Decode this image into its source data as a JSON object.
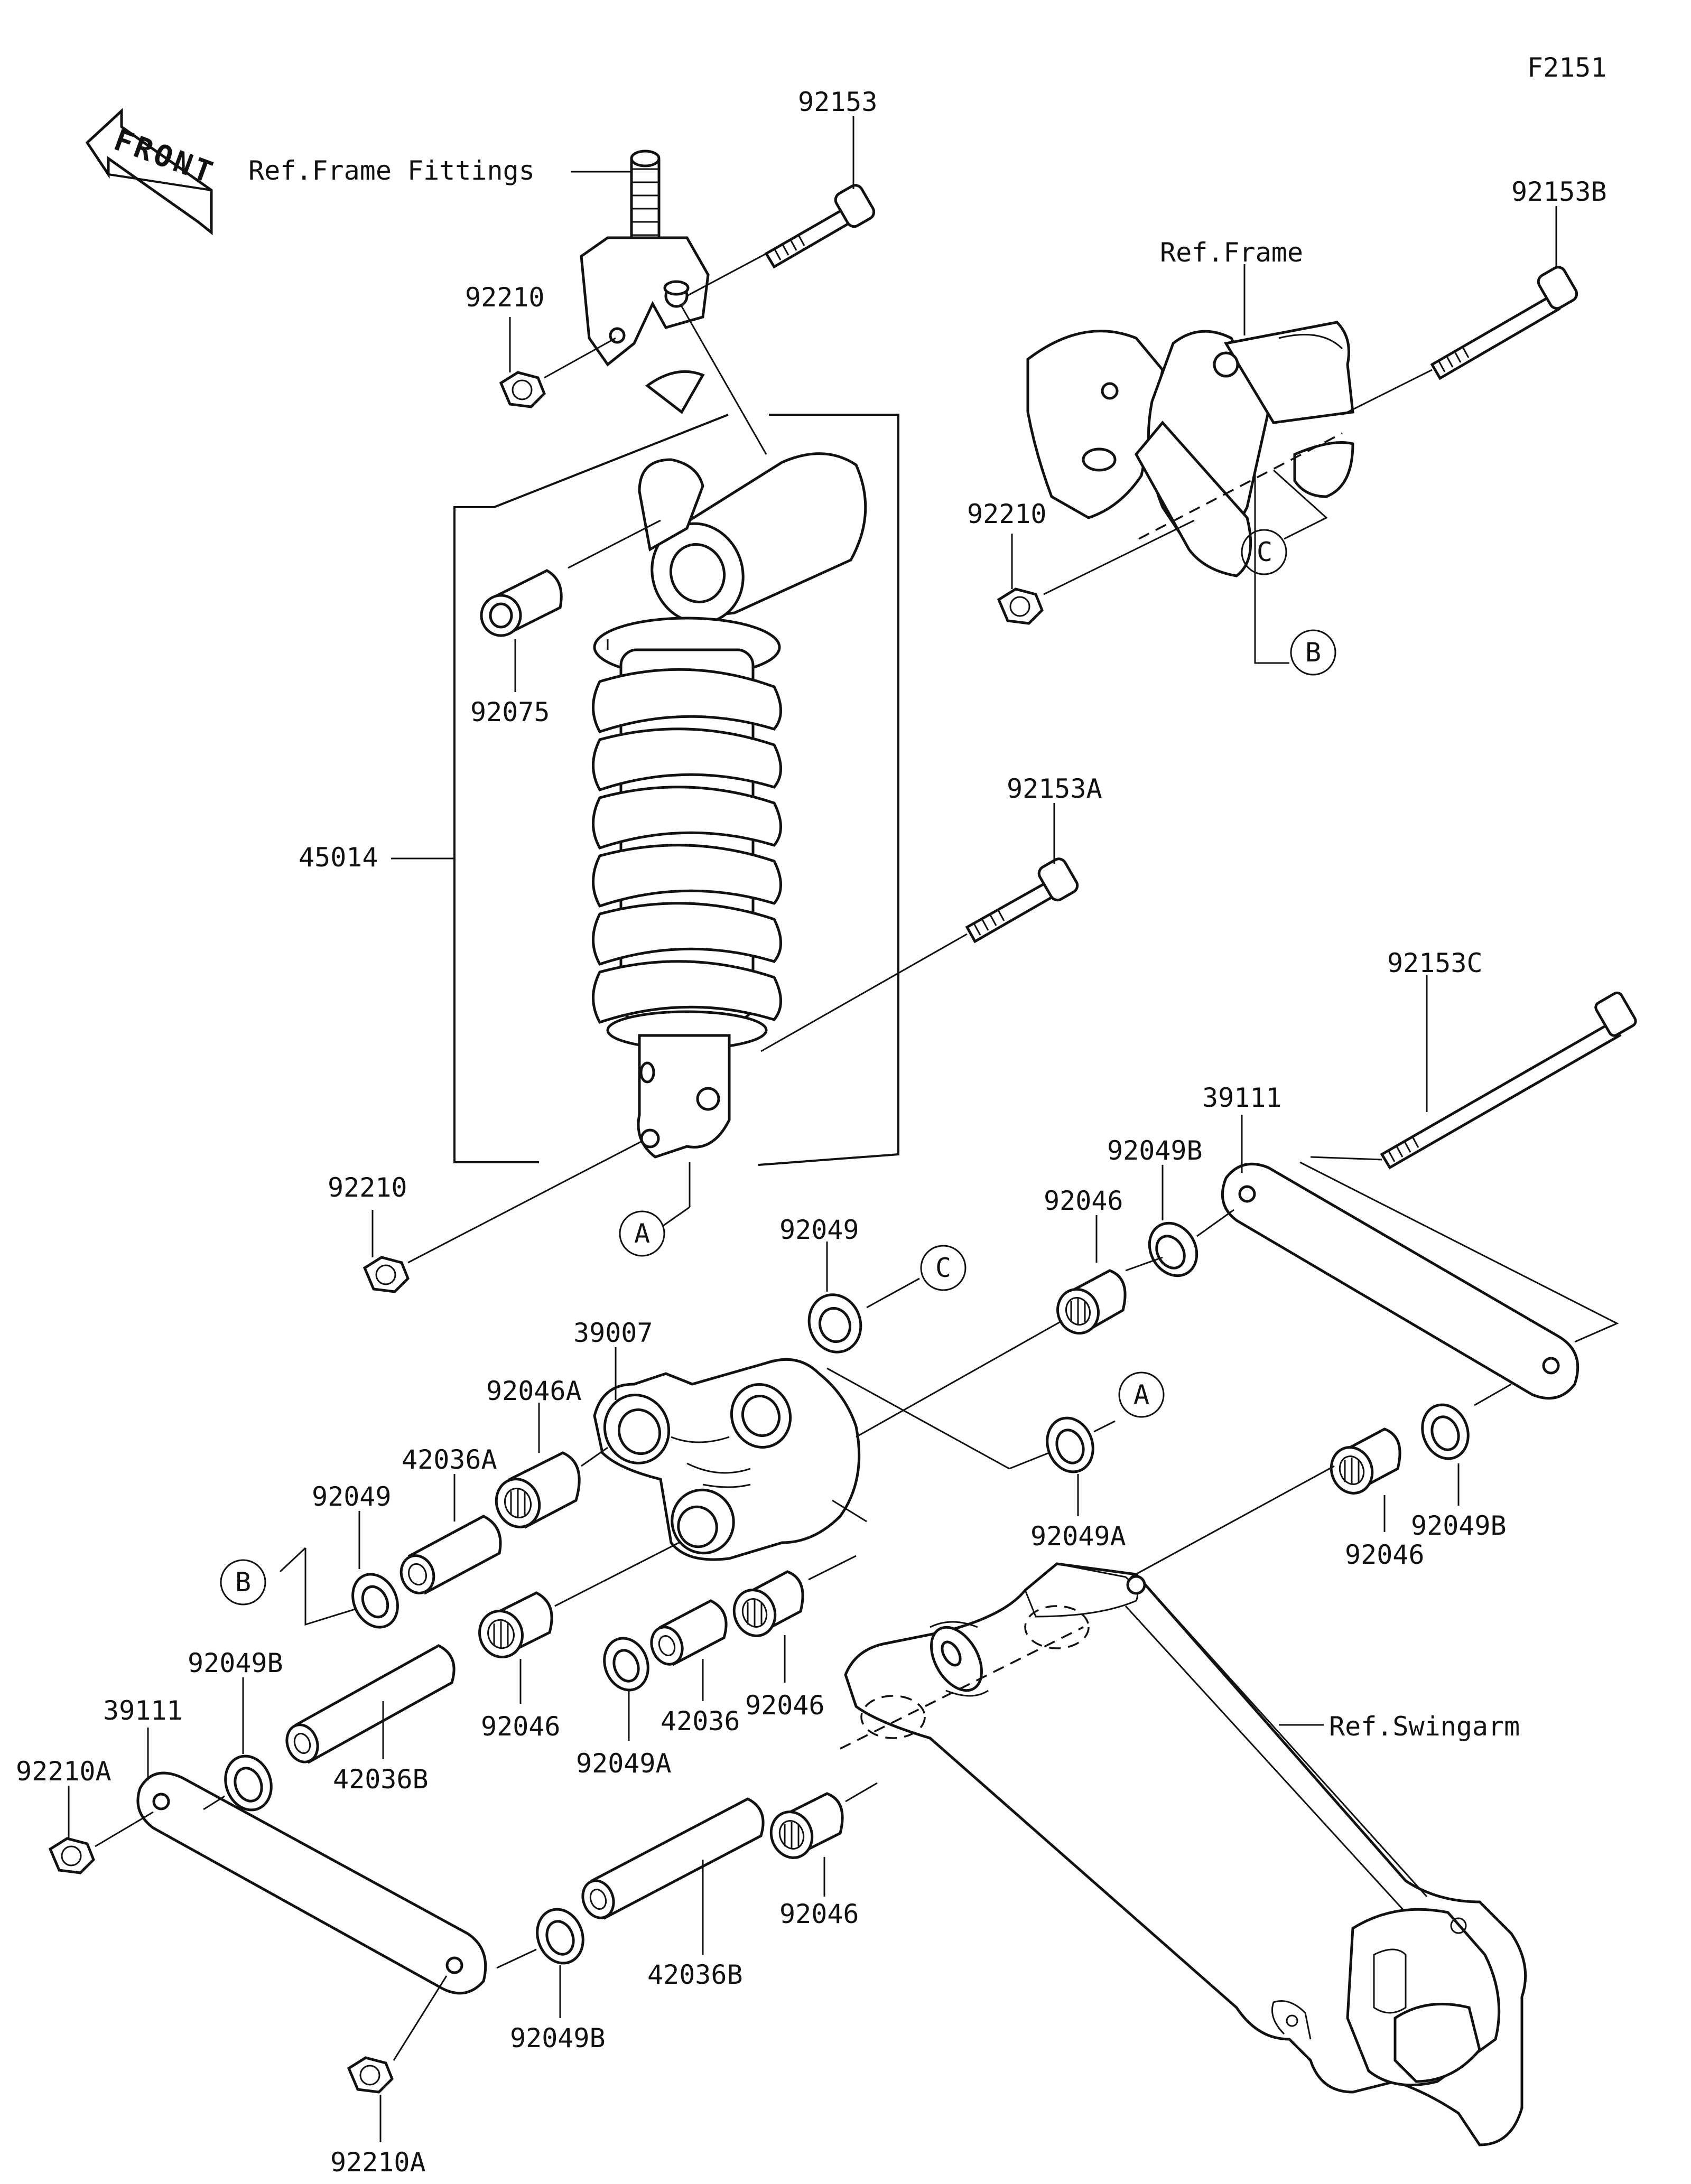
{
  "figure_code": "F2151",
  "front_label": "FRONT",
  "references": {
    "frame_fittings": "Ref.Frame Fittings",
    "frame": "Ref.Frame",
    "swingarm": "Ref.Swingarm"
  },
  "markers": {
    "a": "A",
    "b": "B",
    "c": "C"
  },
  "part_labels": [
    "92153",
    "92153B",
    "92210",
    "92210",
    "92075",
    "45014",
    "92153A",
    "92210",
    "92153C",
    "39111",
    "92049B",
    "92046",
    "92049",
    "39007",
    "92046A",
    "42036A",
    "92049",
    "92049A",
    "92049B",
    "92046",
    "92046",
    "42036",
    "92046",
    "92049B",
    "39111",
    "92210A",
    "42036B",
    "92049A",
    "42036B",
    "92046",
    "92049B",
    "92210A"
  ]
}
